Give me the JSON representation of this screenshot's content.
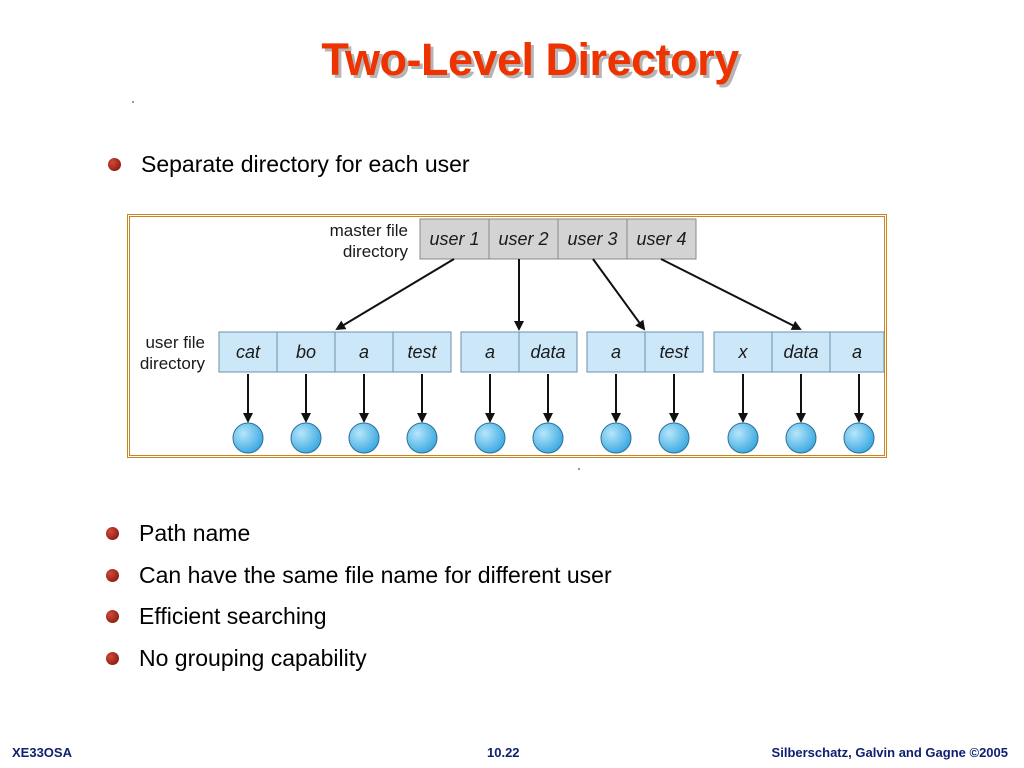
{
  "title": "Two-Level Directory",
  "intro_bullet": "Separate directory for each user",
  "diagram": {
    "master_label": [
      "master file",
      "directory"
    ],
    "user_label": [
      "user file",
      "directory"
    ],
    "master_cells": [
      "user 1",
      "user 2",
      "user 3",
      "user 4"
    ],
    "user_groups": [
      [
        "cat",
        "bo",
        "a",
        "test"
      ],
      [
        "a",
        "data"
      ],
      [
        "a",
        "test"
      ],
      [
        "x",
        "data",
        "a"
      ]
    ],
    "colors": {
      "master_fill": "#d3d3d3",
      "user_fill": "#cce8f8",
      "file_node": "#5ab8e8",
      "frame": "#c8861c"
    }
  },
  "bullets": [
    "Path name",
    "Can have the same file name for different user",
    "Efficient searching",
    "No grouping capability"
  ],
  "footer": {
    "left": "XE33OSA",
    "center": "10.22",
    "right": "Silberschatz, Galvin and Gagne ©2005"
  }
}
